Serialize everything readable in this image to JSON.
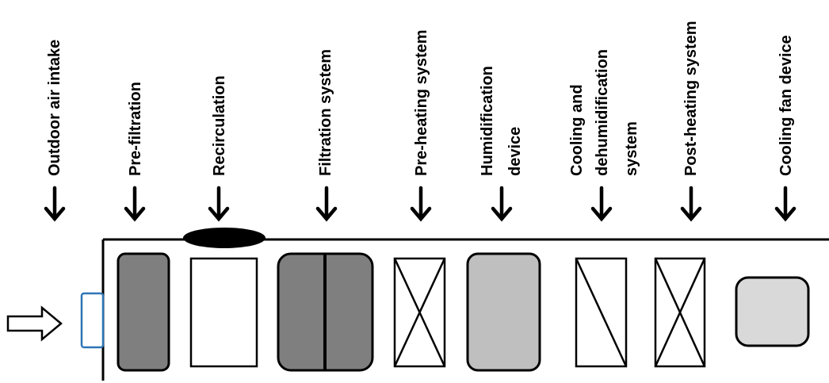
{
  "labels": {
    "outdoor_air_intake": "Outdoor air intake",
    "pre_filtration": "Pre-filtration",
    "recirculation": "Recirculation",
    "filtration_system": "Filtration system",
    "pre_heating_system": "Pre-heating system",
    "humidification_device": [
      "Humidification",
      "device"
    ],
    "cooling_dehumidification_system": [
      "Cooling and",
      "dehumidification",
      "system"
    ],
    "post_heating_system": "Post-heating system",
    "cooling_fan_device": "Cooling fan device"
  },
  "colors": {
    "dark_gray_fill": "#7f7f7f",
    "light_gray_fill": "#bfbfbf",
    "lighter_gray_fill": "#d9d9d9",
    "intake_outline": "#2e75b6",
    "line": "#000000",
    "background": "#ffffff"
  },
  "icons": {
    "inlet_arrow": "hollow-right-arrow",
    "stage_arrow": "down-arrow"
  }
}
